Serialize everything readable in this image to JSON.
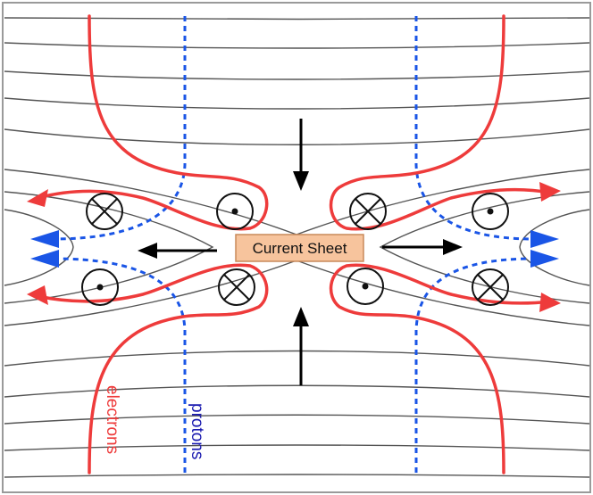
{
  "diagram": {
    "center_label": "Current Sheet",
    "electrons_label": "electrons",
    "protons_label": "protons",
    "colors": {
      "field_line": "#555555",
      "electron": "#ee3b3b",
      "proton": "#1a55e6",
      "flow_arrow": "#000000",
      "sheet_fill": "#f7c49d",
      "sheet_border": "#c98a5a",
      "frame": "#9a9a9a"
    },
    "icons": {
      "out_of_page": "circle-dot-icon",
      "into_page": "circle-cross-icon"
    }
  }
}
